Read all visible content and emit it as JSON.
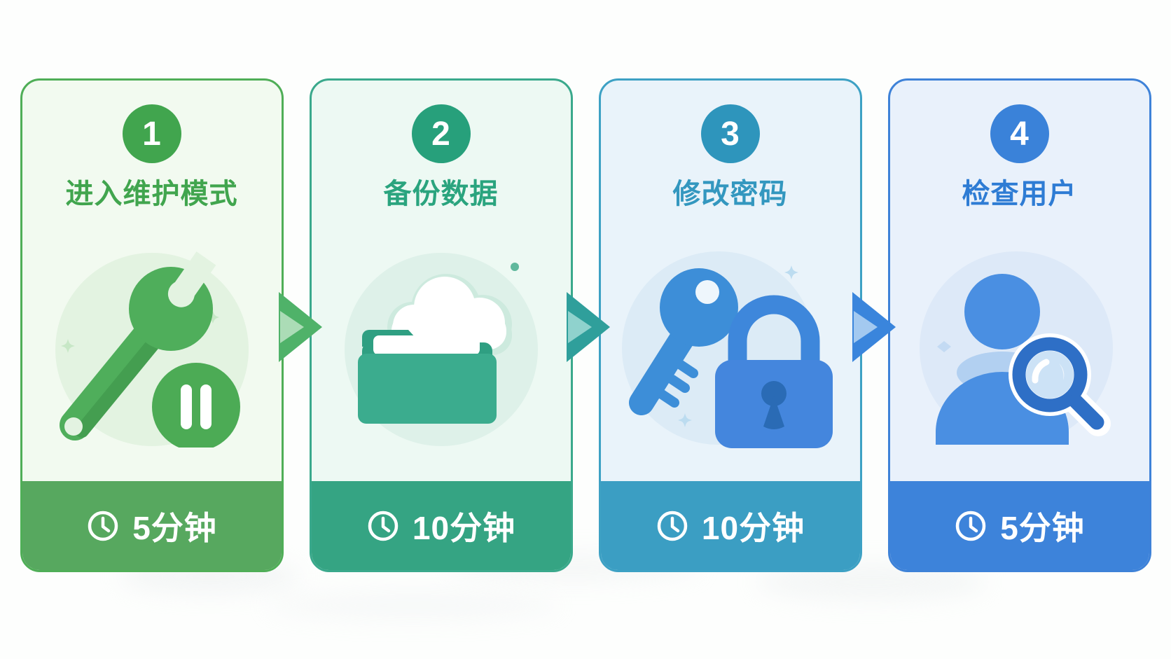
{
  "flow": {
    "name": "maintenance-process-steps",
    "background": "#fdfefd",
    "steps": [
      {
        "number": "1",
        "title": "进入维护模式",
        "duration": "5分钟",
        "icon": "wrench-pause-icon",
        "colors": {
          "border": "#4fae57",
          "number_badge": "#41a54e",
          "title_text": "#41a54e",
          "footer_bar": "#57a85f",
          "card_body": "#f2faf0",
          "icon_circle": "#e3f3e1"
        }
      },
      {
        "number": "2",
        "title": "备份数据",
        "duration": "10分钟",
        "icon": "folder-cloud-icon",
        "colors": {
          "border": "#3aa98c",
          "number_badge": "#27a07b",
          "title_text": "#2aa47e",
          "footer_bar": "#35a483",
          "card_body": "#edf9f3",
          "icon_circle": "#def1e9"
        }
      },
      {
        "number": "3",
        "title": "修改密码",
        "duration": "10分钟",
        "icon": "key-lock-icon",
        "colors": {
          "border": "#3da1c4",
          "number_badge": "#2e95bc",
          "title_text": "#3397bf",
          "footer_bar": "#3b9ec3",
          "card_body": "#e9f3fa",
          "icon_circle": "#dcebf6"
        }
      },
      {
        "number": "4",
        "title": "检查用户",
        "duration": "5分钟",
        "icon": "user-search-icon",
        "colors": {
          "border": "#3e82d8",
          "number_badge": "#3a82d9",
          "title_text": "#2e7cd4",
          "footer_bar": "#3d83da",
          "card_body": "#e9f1fb",
          "icon_circle": "#dde9f8"
        }
      }
    ],
    "arrows": [
      {
        "after_step": "1",
        "color": "#4fb269",
        "inner_color": "#abdcb6"
      },
      {
        "after_step": "2",
        "color": "#2f9f9b",
        "inner_color": "#8fd2cd"
      },
      {
        "after_step": "3",
        "color": "#3a85dc",
        "inner_color": "#a3c9f0"
      }
    ]
  }
}
